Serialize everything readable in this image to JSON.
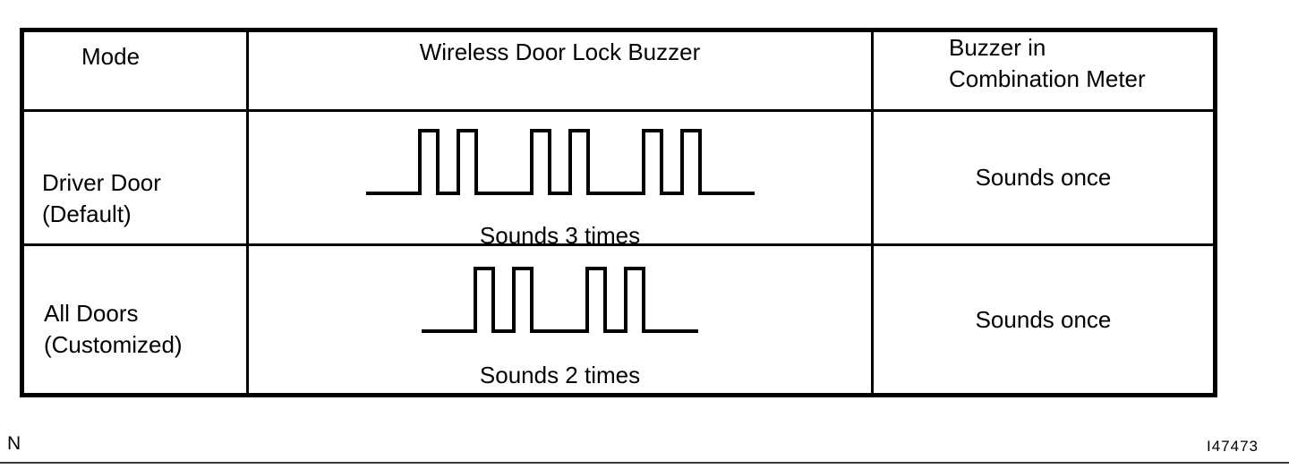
{
  "colors": {
    "ink": "#000000",
    "background": "#ffffff"
  },
  "table": {
    "headers": {
      "mode": "Mode",
      "buzzer": "Wireless Door Lock Buzzer",
      "meter_line1": "Buzzer in",
      "meter_line2": "Combination Meter"
    },
    "rows": [
      {
        "mode_line1": "Driver Door",
        "mode_line2": "(Default)",
        "waveform": {
          "groups": 3,
          "pulses_per_group": 2
        },
        "caption": "Sounds 3 times",
        "meter": "Sounds once"
      },
      {
        "mode_line1": "All Doors",
        "mode_line2": "(Customized)",
        "waveform": {
          "groups": 2,
          "pulses_per_group": 2
        },
        "caption": "Sounds 2 times",
        "meter": "Sounds once"
      }
    ]
  },
  "footer": {
    "page_marker": "N",
    "figure_id": "I47473"
  }
}
